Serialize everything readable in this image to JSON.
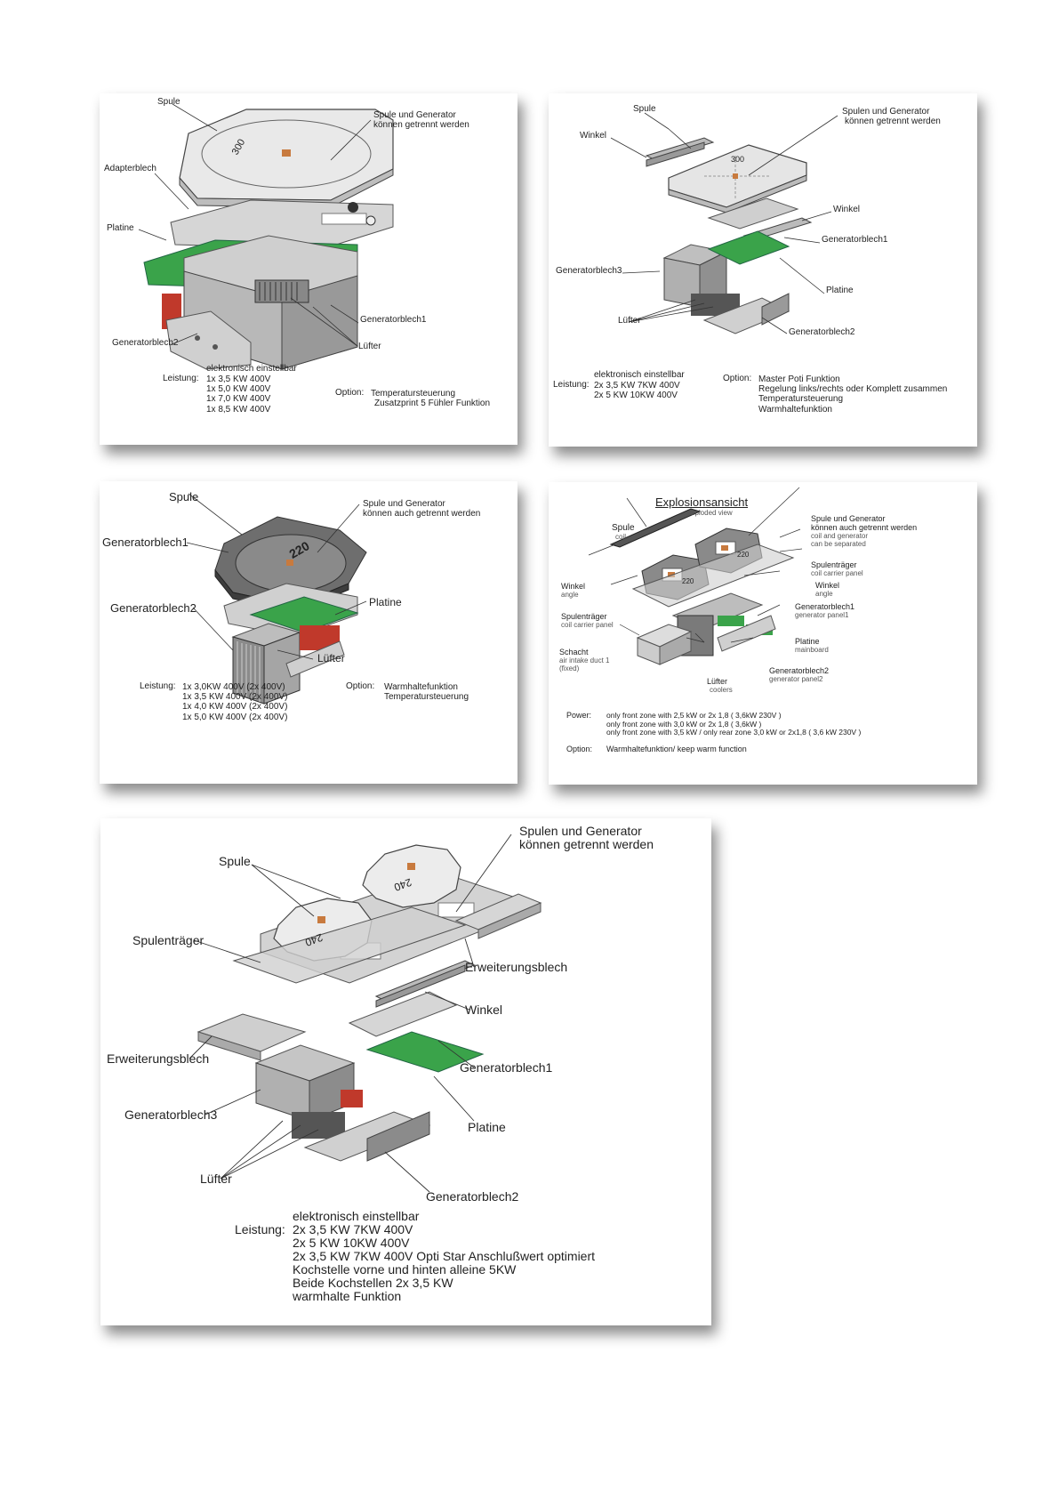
{
  "panel1": {
    "labels": {
      "spule": "Spule",
      "note_1": "Spule und Generator",
      "note_2": "können getrennt werden",
      "adapterblech": "Adapterblech",
      "platine": "Platine",
      "generatorblech1": "Generatorblech1",
      "generatorblech2": "Generatorblech2",
      "luefter": "Lüfter",
      "coil_number": "300"
    },
    "spec": {
      "header": "elektronisch einstellbar",
      "leistung_label": "Leistung:",
      "lines": [
        "1x 3,5 KW   400V",
        "1x 5,0 KW   400V",
        "1x 7,0 KW   400V",
        "1x 8,5 KW   400V"
      ],
      "option_label": "Option:",
      "option_lines": [
        "Temperatursteuerung",
        "Zusatzprint 5 Fühler Funktion"
      ]
    }
  },
  "panel2": {
    "labels": {
      "spule": "Spule",
      "note_1": "Spulen und Generator",
      "note_2": "können getrennt werden",
      "winkel_left": "Winkel",
      "winkel_right": "Winkel",
      "generatorblech1": "Generatorblech1",
      "generatorblech3": "Generatorblech3",
      "platine": "Platine",
      "luefter": "Lüfter",
      "generatorblech2": "Generatorblech2",
      "coil_number": "300"
    },
    "spec": {
      "header": "elektronisch einstellbar",
      "leistung_label": "Leistung:",
      "lines": [
        "2x 3,5 KW   7KW   400V",
        "2x 5 KW      10KW   400V"
      ],
      "option_label": "Option:",
      "option_lines": [
        "Master Poti Funktion",
        "Regelung links/rechts oder Komplett zusammen",
        "Temperatursteuerung",
        "Warmhaltefunktion"
      ]
    }
  },
  "panel3": {
    "labels": {
      "spule": "Spule",
      "note_1": "Spule und Generator",
      "note_2": "können auch getrennt werden",
      "generatorblech1": "Generatorblech1",
      "generatorblech2": "Generatorblech2",
      "platine": "Platine",
      "luefter": "Lüfter",
      "coil_number": "220"
    },
    "spec": {
      "leistung_label": "Leistung:",
      "lines": [
        "1x 3,0KW   400V (2x 400V)",
        "1x 3,5 KW   400V (2x 400V)",
        "1x 4,0 KW   400V (2x 400V)",
        "1x 5,0 KW   400V (2x 400V)"
      ],
      "option_label": "Option:",
      "option_lines": [
        "Warmhaltefunktion",
        "Temperatursteuerung"
      ]
    }
  },
  "panel4": {
    "title": "Explosionsansicht",
    "subtitle": "exploded view",
    "labels": {
      "spule": "Spule",
      "spule_en": "coil",
      "note_1": "Spule und Generator",
      "note_2": "können auch getrennt werden",
      "note_3": "coil and generator",
      "note_4": "can be separated",
      "spulentraeger_r": "Spulenträger",
      "spulentraeger_r_en": "coil carrier panel",
      "winkel_r": "Winkel",
      "winkel_r_en": "angle",
      "winkel_l": "Winkel",
      "winkel_l_en": "angle",
      "spulentraeger_l": "Spulenträger",
      "spulentraeger_l_en": "coil carrier panel",
      "generatorblech1": "Generatorblech1",
      "generatorblech1_en": "generator panel1",
      "platine": "Platine",
      "platine_en": "mainboard",
      "schacht": "Schacht",
      "schacht_en1": "air intake duct 1",
      "schacht_en2": "(fixed)",
      "generatorblech2": "Generatorblech2",
      "generatorblech2_en": "generator panel2",
      "luefter": "Lüfter",
      "luefter_en": "coolers",
      "coil_number_a": "220",
      "coil_number_b": "220"
    },
    "spec": {
      "power_label": "Power:",
      "lines": [
        "only front zone with 2,5 kW or 2x 1,8 ( 3,6kW 230V )",
        "only front zone with 3,0 kW or 2x 1,8 ( 3,6kW )",
        "only front zone with 3,5 kW / only rear zone 3,0 kW or 2x1,8 ( 3,6 kW 230V )"
      ],
      "option_label": "Option:",
      "option_text": "Warmhaltefunktion/ keep warm function"
    }
  },
  "panel5": {
    "labels": {
      "spule": "Spule",
      "note_1": "Spulen und Generator",
      "note_2": "können getrennt werden",
      "spulentraeger": "Spulenträger",
      "erweiterungsblech_r": "Erweiterungsblech",
      "winkel": "Winkel",
      "erweiterungsblech_l": "Erweiterungsblech",
      "generatorblech1": "Generatorblech1",
      "generatorblech3": "Generatorblech3",
      "platine": "Platine",
      "luefter": "Lüfter",
      "generatorblech2": "Generatorblech2",
      "coil_number_a": "240",
      "coil_number_b": "240"
    },
    "spec": {
      "header": "elektronisch einstellbar",
      "leistung_label": "Leistung:",
      "lines": [
        "2x 3,5 KW   7KW   400V",
        "2x 5 KW      10KW   400V",
        "2x 3,5 KW    7KW    400V Opti Star Anschlußwert optimiert",
        "Kochstelle vorne und hinten alleine 5KW",
        "Beide Kochstellen 2x 3,5 KW",
        "warmhalte Funktion"
      ]
    }
  }
}
